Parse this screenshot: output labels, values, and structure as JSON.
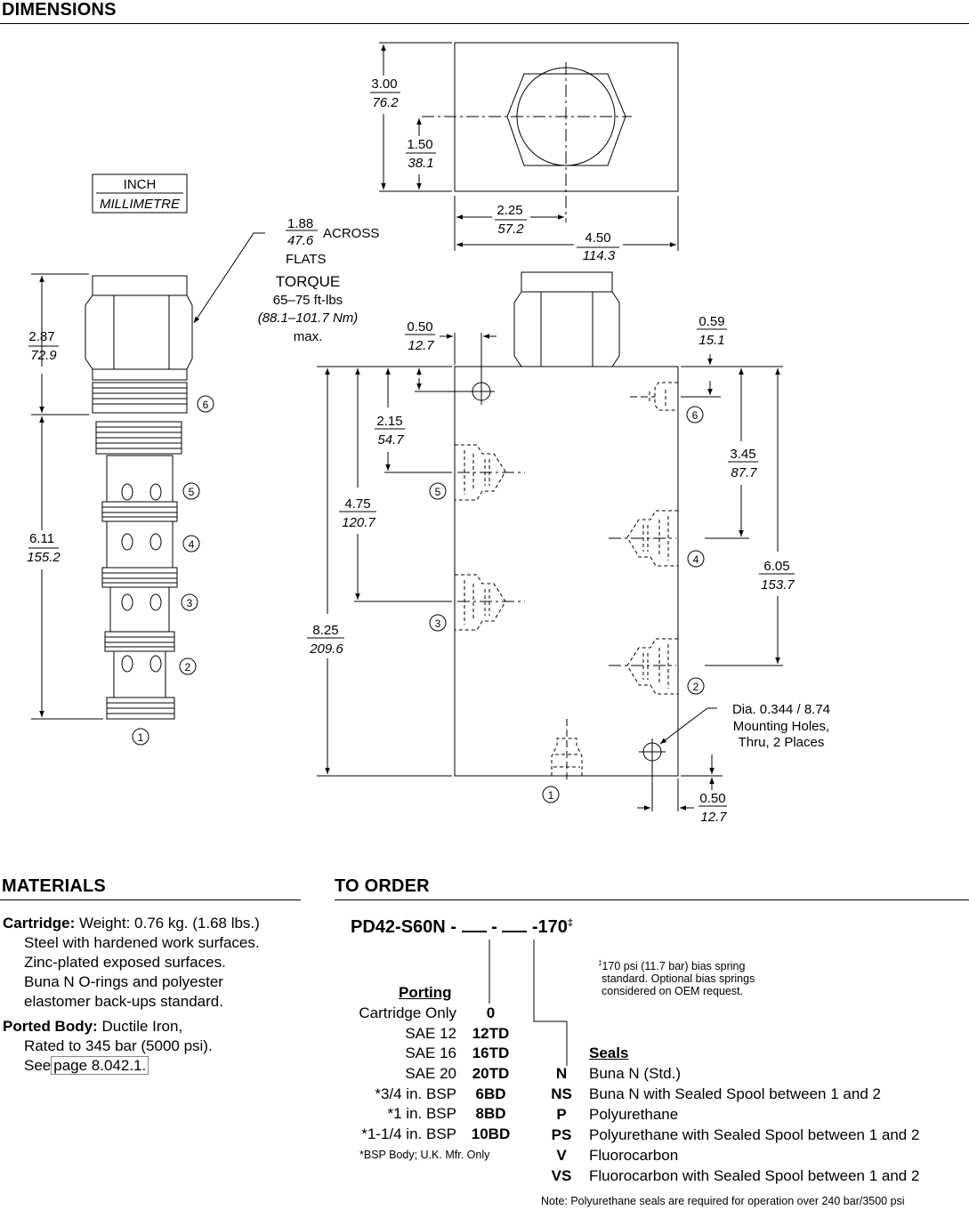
{
  "headings": {
    "dimensions": "DIMENSIONS",
    "materials": "MATERIALS",
    "to_order": "TO ORDER"
  },
  "diagram": {
    "legend": {
      "inch": "INCH",
      "millimetre": "MILLIMETRE"
    },
    "flats": {
      "inch": "1.88",
      "mm": "47.6",
      "across": "ACROSS",
      "flats": "FLATS"
    },
    "torque": {
      "title": "TORQUE",
      "range": "65–75 ft-lbs",
      "metric": "(88.1–101.7 Nm)",
      "max": "max."
    },
    "cartridge_dims": [
      {
        "inch": "2.87",
        "mm": "72.9"
      },
      {
        "inch": "6.11",
        "mm": "155.2"
      }
    ],
    "top_view_dims": [
      {
        "inch": "3.00",
        "mm": "76.2"
      },
      {
        "inch": "1.50",
        "mm": "38.1"
      },
      {
        "inch": "2.25",
        "mm": "57.2"
      },
      {
        "inch": "4.50",
        "mm": "114.3"
      }
    ],
    "body_dims": [
      {
        "inch": "0.50",
        "mm": "12.7"
      },
      {
        "inch": "0.59",
        "mm": "15.1"
      },
      {
        "inch": "2.15",
        "mm": "54.7"
      },
      {
        "inch": "3.45",
        "mm": "87.7"
      },
      {
        "inch": "4.75",
        "mm": "120.7"
      },
      {
        "inch": "6.05",
        "mm": "153.7"
      },
      {
        "inch": "8.25",
        "mm": "209.6"
      },
      {
        "inch": "0.50",
        "mm": "12.7"
      }
    ],
    "port_numbers": [
      "1",
      "2",
      "3",
      "4",
      "5",
      "6"
    ],
    "mounting_note": [
      "Dia. 0.344 / 8.74",
      "Mounting Holes,",
      "Thru, 2 Places"
    ]
  },
  "materials": {
    "cartridge_label": "Cartridge:",
    "cartridge_lines": [
      "Weight: 0.76 kg. (1.68 lbs.)",
      "Steel with hardened work surfaces.",
      "Zinc-plated exposed surfaces.",
      "Buna N O-rings and polyester",
      "elastomer back-ups standard."
    ],
    "body_label": "Ported Body:",
    "body_lines": [
      "Ductile Iron,",
      "Rated to 345 bar (5000 psi).",
      "See"
    ],
    "link_text": "page 8.042.1."
  },
  "order": {
    "code_prefix": "PD42-S60N -",
    "code_dash": "-",
    "code_suffix": "-170",
    "code_mark": "‡",
    "footnote_mark": "‡",
    "footnote": [
      "170 psi (11.7 bar) bias spring",
      "standard.  Optional bias springs",
      "considered on OEM request."
    ],
    "porting_title": "Porting",
    "porting": [
      {
        "label": "Cartridge Only",
        "code": "0"
      },
      {
        "label": "SAE 12",
        "code": "12TD"
      },
      {
        "label": "SAE 16",
        "code": "16TD"
      },
      {
        "label": "SAE 20",
        "code": "20TD"
      },
      {
        "label": "*3/4 in. BSP",
        "code": "6BD"
      },
      {
        "label": "*1 in. BSP",
        "code": "8BD"
      },
      {
        "label": "*1-1/4 in. BSP",
        "code": "10BD"
      }
    ],
    "porting_note": "*BSP Body; U.K. Mfr. Only",
    "seals_title": "Seals",
    "seals": [
      {
        "code": "N",
        "label": "Buna N (Std.)"
      },
      {
        "code": "NS",
        "label": "Buna N with Sealed Spool between 1 and 2"
      },
      {
        "code": "P",
        "label": "Polyurethane"
      },
      {
        "code": "PS",
        "label": "Polyurethane with Sealed Spool between 1 and 2"
      },
      {
        "code": "V",
        "label": "Fluorocarbon"
      },
      {
        "code": "VS",
        "label": "Fluorocarbon with Sealed Spool between 1 and 2"
      }
    ],
    "note": "Note: Polyurethane seals are required for operation over 240 bar/3500 psi"
  }
}
